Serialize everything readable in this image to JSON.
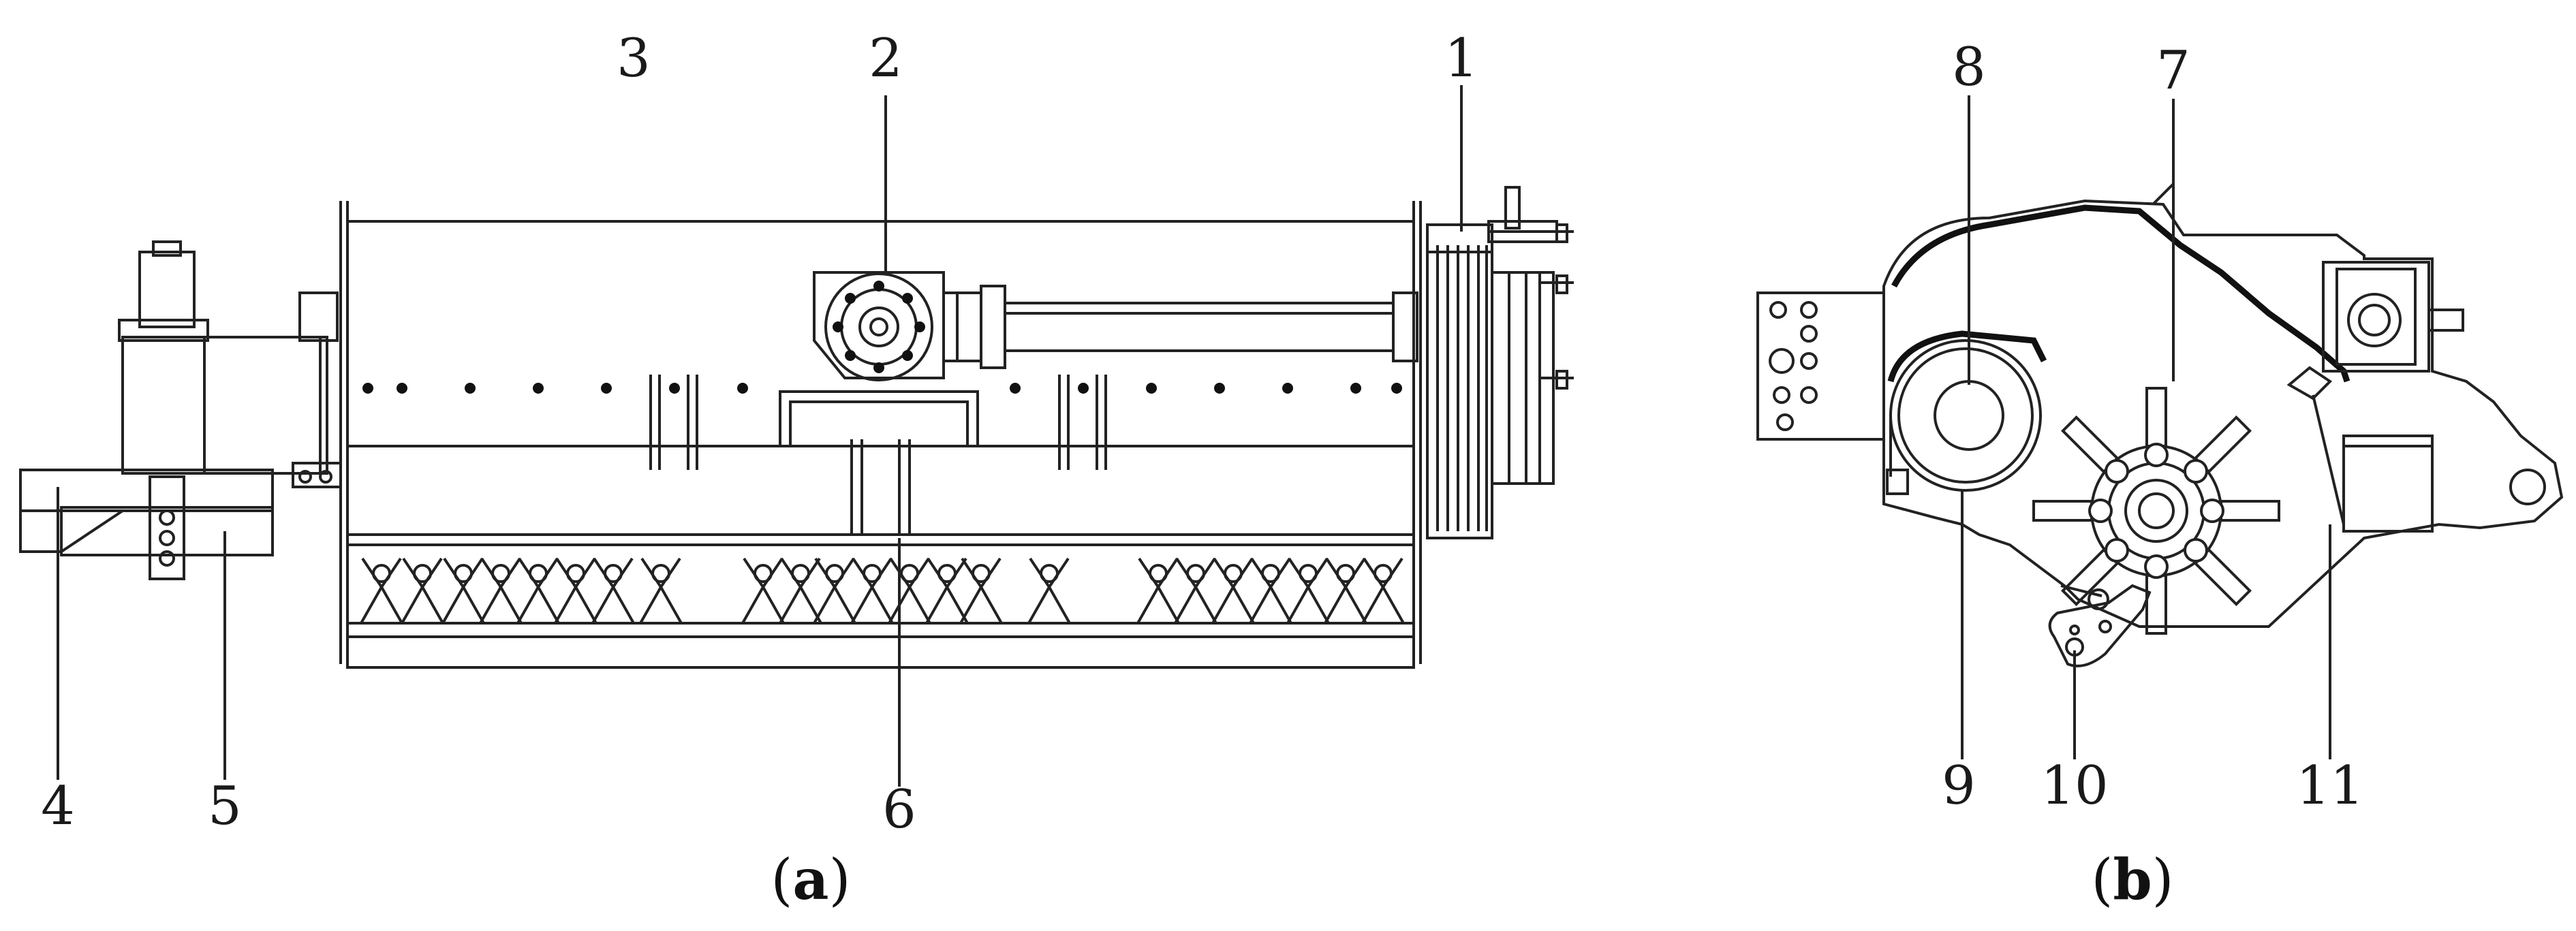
{
  "figure": {
    "caption_a": {
      "open": "(",
      "letter": "a",
      "close": ")"
    },
    "caption_b": {
      "open": "(",
      "letter": "b",
      "close": ")"
    }
  },
  "part_labels": {
    "p1": "1",
    "p2": "2",
    "p3": "3",
    "p4": "4",
    "p5": "5",
    "p6": "6",
    "p7": "7",
    "p8": "8",
    "p9": "9",
    "p10": "10",
    "p11": "11"
  },
  "colors": {
    "line": "#222222",
    "background": "#ffffff"
  }
}
